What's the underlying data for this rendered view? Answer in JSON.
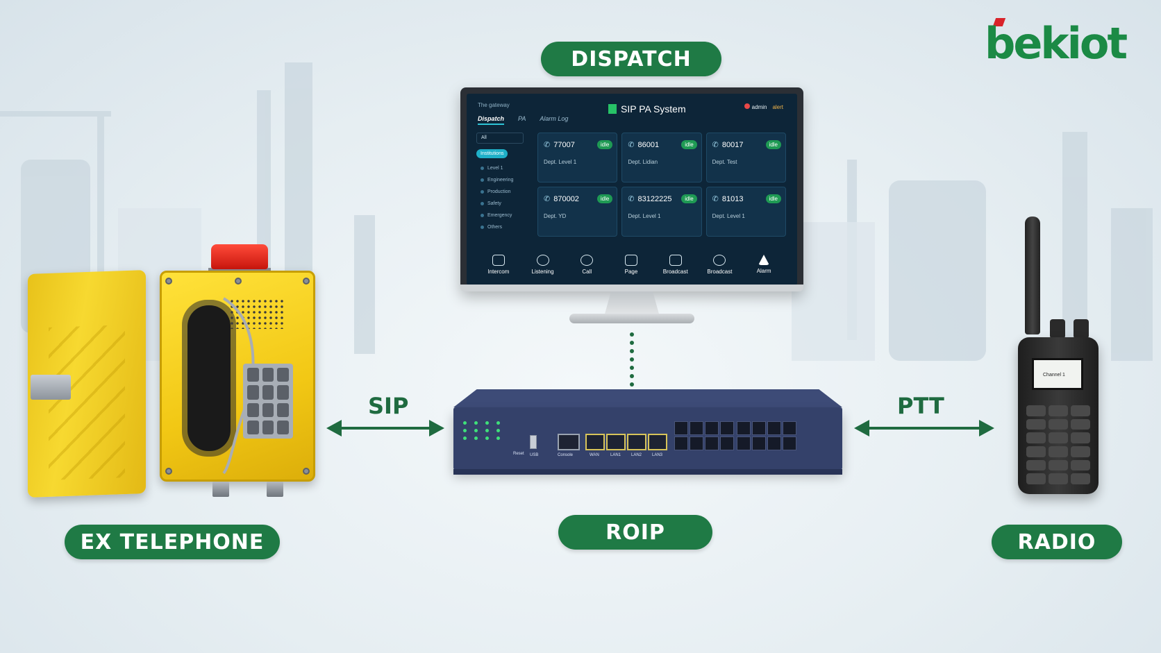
{
  "labels": {
    "dispatch": "DISPATCH",
    "roip": "ROIP",
    "ex_telephone": "EX TELEPHONE",
    "radio": "RADIO",
    "sip": "SIP",
    "ptt": "PTT"
  },
  "logo": {
    "text": "bekiot"
  },
  "colors": {
    "pill_green": "#1f7a45",
    "arrow_green": "#1f6b40",
    "logo_green": "#1b8a45",
    "logo_red": "#d9232a"
  },
  "dispatch_ui": {
    "top_mini": "The gateway",
    "title": "SIP PA System",
    "admin": "admin",
    "alert": "alert",
    "tabs": [
      "Dispatch",
      "PA",
      "Alarm Log"
    ],
    "sidebar": {
      "select": "All",
      "institutions": "Institutions",
      "items": [
        "Level 1",
        "Engineering",
        "Production",
        "Safety",
        "Emergency",
        "Others"
      ]
    },
    "cards": [
      {
        "number": "77007",
        "status": "idle",
        "dept": "Dept.  Level 1"
      },
      {
        "number": "86001",
        "status": "idle",
        "dept": "Dept.  Lidian"
      },
      {
        "number": "80017",
        "status": "idle",
        "dept": "Dept.  Test"
      },
      {
        "number": "870002",
        "status": "idle",
        "dept": "Dept.  YD"
      },
      {
        "number": "83122225",
        "status": "idle",
        "dept": "Dept.  Level 1"
      },
      {
        "number": "81013",
        "status": "idle",
        "dept": "Dept.  Level 1"
      }
    ],
    "bottom": [
      "Intercom",
      "Listening",
      "Call",
      "Page",
      "Broadcast",
      "Broadcast",
      "Alarm"
    ]
  },
  "roip_device": {
    "port_labels": [
      "Console",
      "WAN",
      "LAN1",
      "LAN2",
      "LAN3"
    ],
    "usb": "USB",
    "reset": "Reset"
  },
  "radio_device": {
    "screen": "Channel 1"
  }
}
